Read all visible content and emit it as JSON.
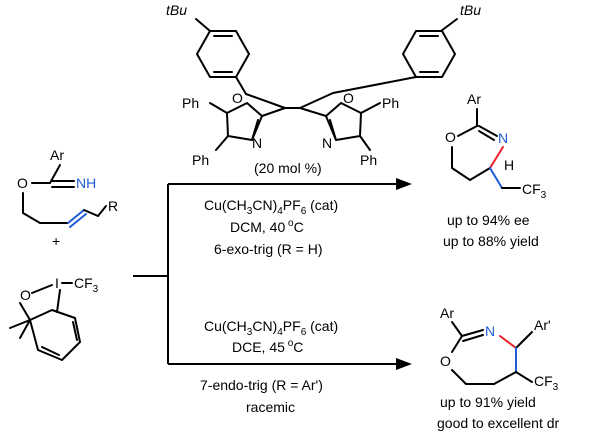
{
  "ligand": {
    "top_group_left": "tBu",
    "top_group_right": "tBu",
    "ph": "Ph",
    "o": "O",
    "n": "N",
    "loading": "(20 mol %)"
  },
  "reactant": {
    "ar": "Ar",
    "o": "O",
    "nh": "NH",
    "r": "R"
  },
  "plus": "+",
  "reagent": {
    "o": "O",
    "i": "I",
    "cf3": "CF"
  },
  "upper": {
    "catalyst": "Cu(CH",
    "solvent": "DCM, 40",
    "temp_unit": "C",
    "mode": "6-exo-trig (R = H)"
  },
  "lower": {
    "catalyst": "Cu(CH",
    "solvent": "DCE, 45",
    "temp_unit": "C",
    "mode": "7-endo-trig (R = Ar')",
    "note": "racemic"
  },
  "product_upper": {
    "ar": "Ar",
    "o": "O",
    "n": "N",
    "h": "H",
    "cf3": "CF",
    "ee": "up to 94% ee",
    "yield": "up to 88% yield"
  },
  "product_lower": {
    "ar": "Ar",
    "ar2": "Ar'",
    "o": "O",
    "n": "N",
    "cf3": "CF",
    "yield": "up to 91% yield",
    "dr": "good to excellent dr"
  },
  "colors": {
    "blue_bond": "#1f5bd6",
    "red_bond": "#e8212a",
    "nh_text": "#1f5bd6",
    "n_text": "#1f5bd6"
  }
}
